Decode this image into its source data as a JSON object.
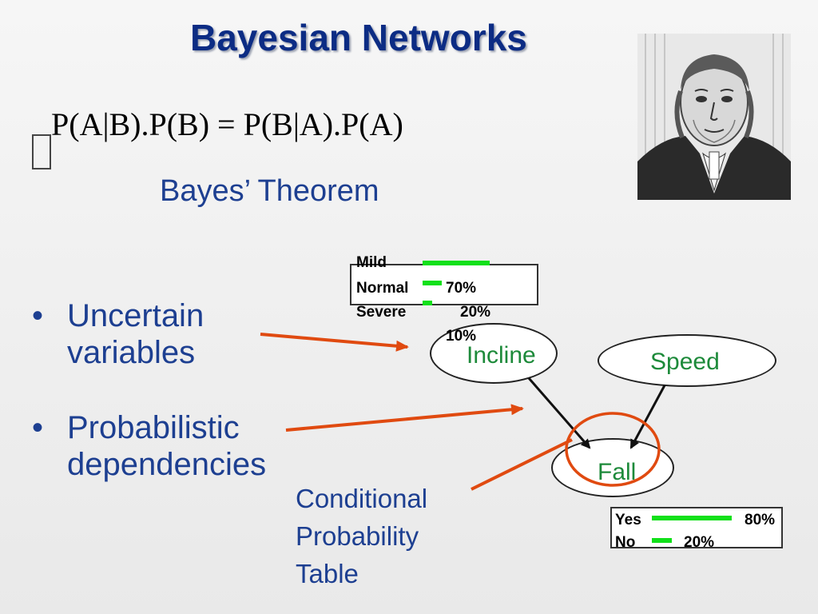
{
  "slide": {
    "title": "Bayesian Networks",
    "formula": "P(A|B).P(B) = P(B|A).P(A)",
    "subtitle": "Bayes’ Theorem",
    "bullets": [
      {
        "line1": "Uncertain",
        "line2": "variables"
      },
      {
        "line1": "Probabilistic",
        "line2": "dependencies"
      }
    ],
    "cpt_label": {
      "line1": "Conditional",
      "line2": "Probability",
      "line3": "Table"
    },
    "bullet_char": "•"
  },
  "nodes": {
    "incline": "Incline",
    "speed": "Speed",
    "fall": "Fall"
  },
  "incline_table": {
    "rows": [
      {
        "label": "Mild",
        "value": "70%"
      },
      {
        "label": "Normal",
        "value": "20%"
      },
      {
        "label": "Severe",
        "value": "10%"
      }
    ],
    "fractions": [
      0.7,
      0.2,
      0.1
    ]
  },
  "fall_table": {
    "rows": [
      {
        "label": "Yes",
        "value": "80%"
      },
      {
        "label": "No",
        "value": "20%"
      }
    ],
    "fractions": [
      0.8,
      0.2
    ]
  },
  "colors": {
    "title": "#0c2c84",
    "text": "#1d3f91",
    "node_text": "#1d8a3a",
    "arrow": "#e04a10",
    "bar": "#11e01a"
  }
}
